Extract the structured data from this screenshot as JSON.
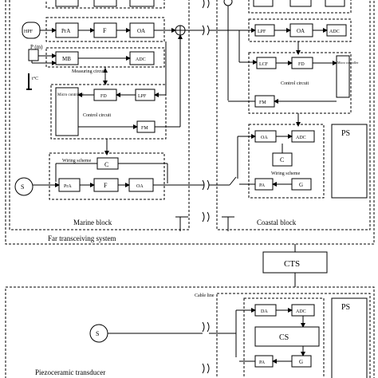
{
  "marine": {
    "hpf": "HPF",
    "pa": "PrA",
    "f": "F",
    "oa": "OA",
    "p_label": "P (m)",
    "mb": "MB",
    "adc": "ADC",
    "measuring": "Measuring circuit",
    "temp": "t°C",
    "fd": "FD",
    "lpf": "LPF",
    "micro": "Micro controller",
    "control": "Control circuit",
    "fm": "FM",
    "wiring": "Wiring scheme",
    "c": "C",
    "s": "S",
    "pa2": "PrA",
    "f2": "F",
    "oa2": "OA",
    "block": "Marine block"
  },
  "coastal": {
    "lpf": "LPF",
    "oa": "OA",
    "adc": "ADC",
    "lcf": "LCF",
    "fd": "FD",
    "micro": "Micro controller",
    "control": "Control circuit",
    "fm": "FM",
    "oa2": "OA",
    "adc2": "ADC",
    "ps": "PS",
    "c": "C",
    "wiring": "Wiring scheme",
    "pa": "PA",
    "g": "G",
    "block": "Coastal block"
  },
  "far_system": "Far transceiving system",
  "cts": "CTS",
  "cable_line": "Cable line",
  "lower": {
    "da": "DA",
    "adc": "ADC",
    "ps": "PS",
    "cs": "CS",
    "s": "S",
    "pa": "PA",
    "g": "G",
    "piezo": "Piezoceramic transducer"
  }
}
